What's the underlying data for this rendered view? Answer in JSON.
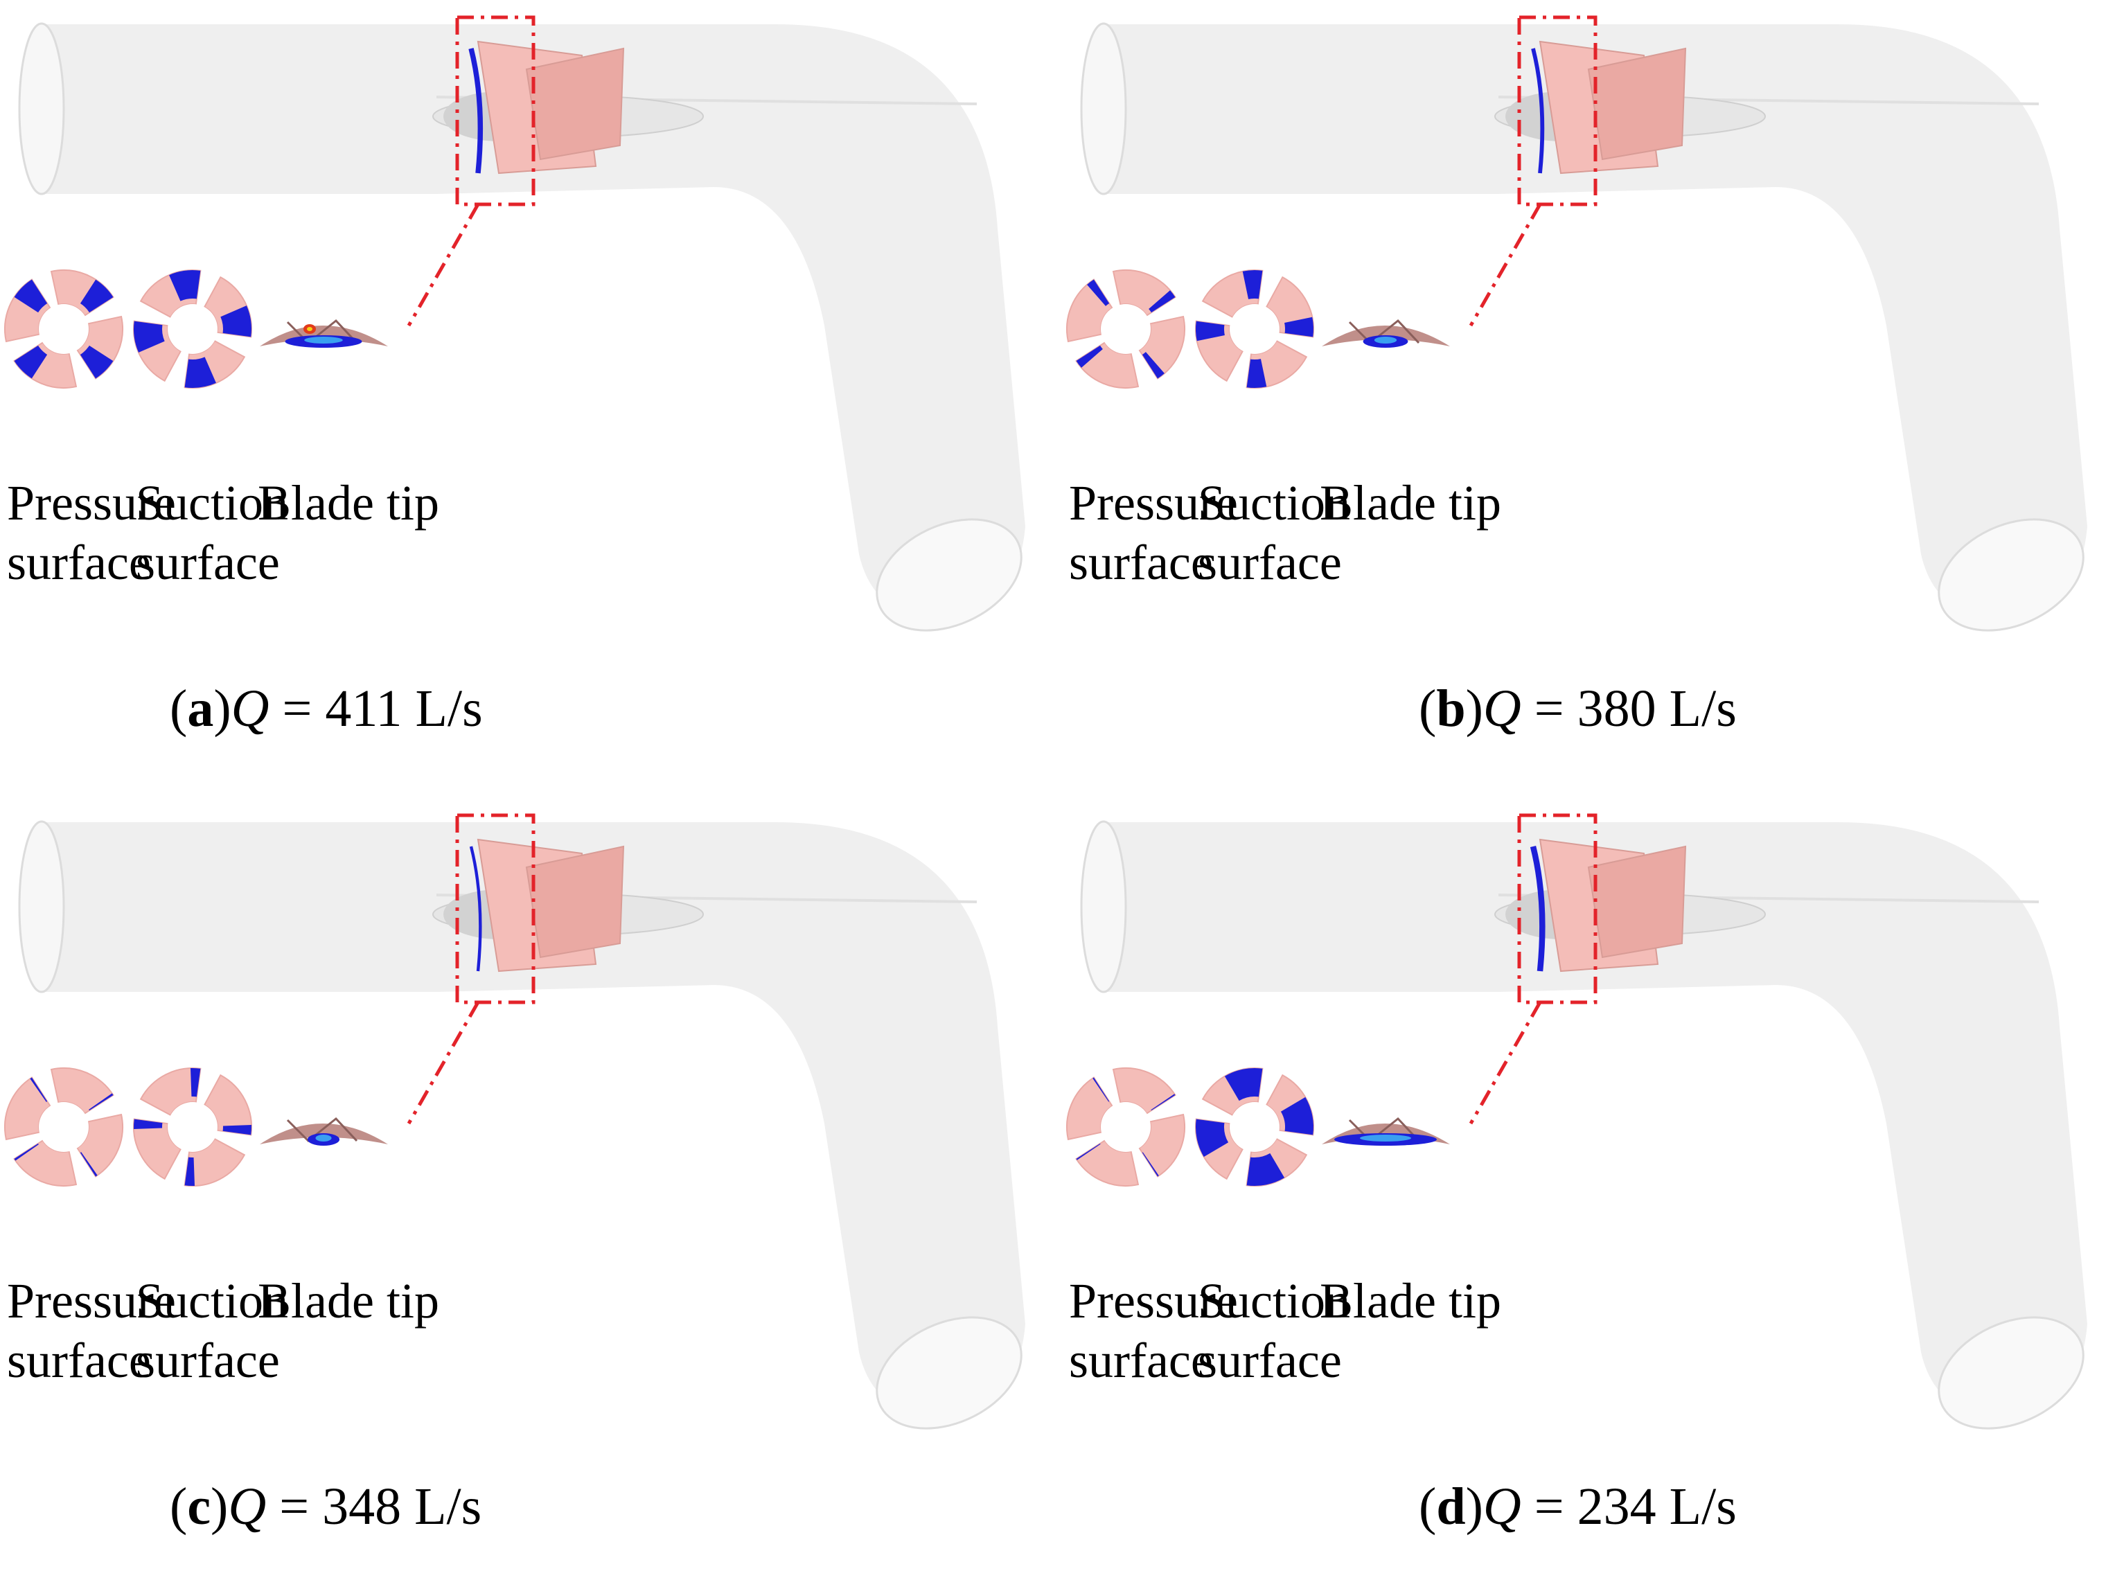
{
  "panels": [
    {
      "id": "a",
      "letter": "a",
      "q_symbol": "Q",
      "q_value_text": " = 411 L/s",
      "labels": {
        "pressure_line1": "Pressure",
        "pressure_line2": "surface",
        "suction_line1": "Suction",
        "suction_line2": "surface",
        "tip": "Blade tip"
      },
      "cavitation_level": "high"
    },
    {
      "id": "b",
      "letter": "b",
      "q_symbol": "Q",
      "q_value_text": " = 380 L/s",
      "labels": {
        "pressure_line1": "Pressure",
        "pressure_line2": "surface",
        "suction_line1": "Suction",
        "suction_line2": "surface",
        "tip": "Blade tip"
      },
      "cavitation_level": "medium"
    },
    {
      "id": "c",
      "letter": "c",
      "q_symbol": "Q",
      "q_value_text": " = 348 L/s",
      "labels": {
        "pressure_line1": "Pressure",
        "pressure_line2": "surface",
        "suction_line1": "Suction",
        "suction_line2": "surface",
        "tip": "Blade tip"
      },
      "cavitation_level": "low"
    },
    {
      "id": "d",
      "letter": "d",
      "q_symbol": "Q",
      "q_value_text": " = 234 L/s",
      "labels": {
        "pressure_line1": "Pressure",
        "pressure_line2": "surface",
        "suction_line1": "Suction",
        "suction_line2": "surface",
        "tip": "Blade tip"
      },
      "cavitation_level": "very-high"
    }
  ],
  "colors": {
    "pipe": "#efefef",
    "pipe_edge": "#dcdcdc",
    "blade": "#f4bdb8",
    "blade_dark": "#c08f8a",
    "cavitation": "#1d1fd8",
    "cavitation_light": "#3aa0f0",
    "highlight_box": "#e3232a"
  }
}
